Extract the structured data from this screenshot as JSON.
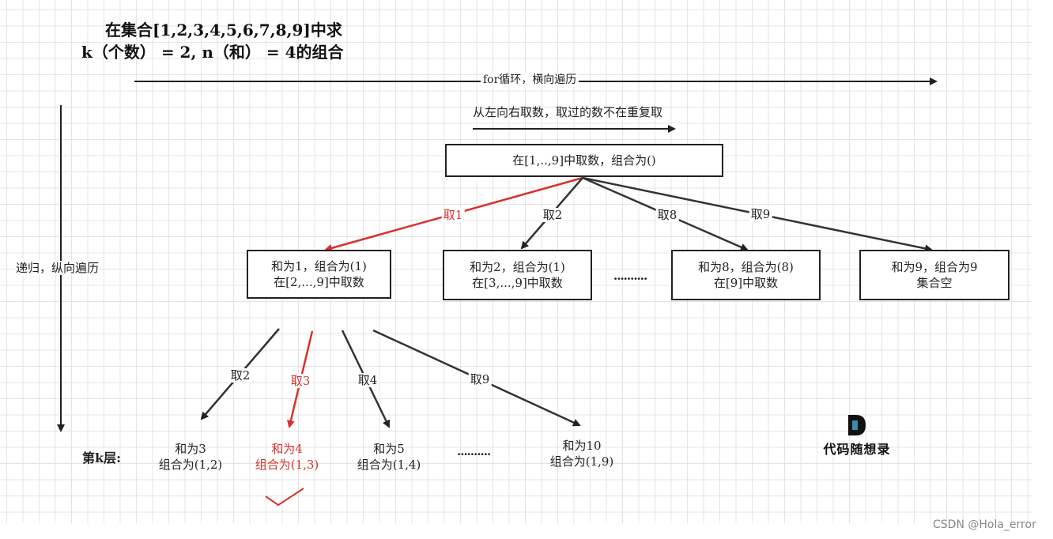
{
  "title": {
    "line1": "在集合[1,2,3,4,5,6,7,8,9]中求",
    "line2": "k（个数） = 2, n（和） = 4的组合"
  },
  "axes": {
    "horizontal": "for循环，横向遍历",
    "vertical": "递归，纵向遍历",
    "pick_order": "从左向右取数，取过的数不在重复取",
    "layer": "第k层:"
  },
  "root": {
    "text": "在[1,..,9]中取数，组合为()"
  },
  "level1": [
    {
      "edge": "取1",
      "line1": "和为1，组合为(1)",
      "line2": "在[2,...,9]中取数"
    },
    {
      "edge": "取2",
      "line1": "和为2，组合为(1)",
      "line2": "在[3,...,9]中取数"
    },
    {
      "edge": "取8",
      "line1": "和为8，组合为(8)",
      "line2": "在[9]中取数"
    },
    {
      "edge": "取9",
      "line1": "和为9，组合为9",
      "line2": "集合空"
    }
  ],
  "level2": [
    {
      "edge": "取2",
      "line1": "和为3",
      "line2": "组合为(1,2)"
    },
    {
      "edge": "取3",
      "line1": "和为4",
      "line2": "组合为(1,3)"
    },
    {
      "edge": "取4",
      "line1": "和为5",
      "line2": "组合为(1,4)"
    },
    {
      "edge": "取9",
      "line1": "和为10",
      "line2": "组合为(1,9)"
    }
  ],
  "ellipsis": "..........",
  "logo": {
    "text": "代码随想录"
  },
  "watermark": "CSDN @Hola_error",
  "colors": {
    "highlight": "#d9302c",
    "stroke": "#222222",
    "grid": "#e4e4e4",
    "logo_accent": "#3a8ca6"
  }
}
